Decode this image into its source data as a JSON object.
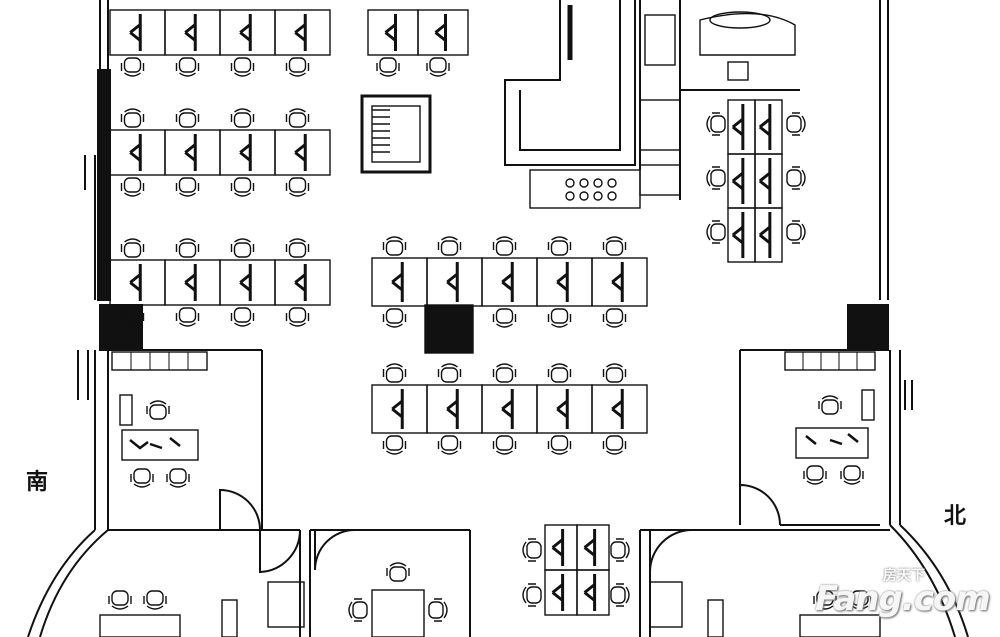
{
  "compass": {
    "south": "南",
    "north": "北"
  },
  "watermark": {
    "brand": "Fang.com",
    "brand_cn": "房天下"
  }
}
